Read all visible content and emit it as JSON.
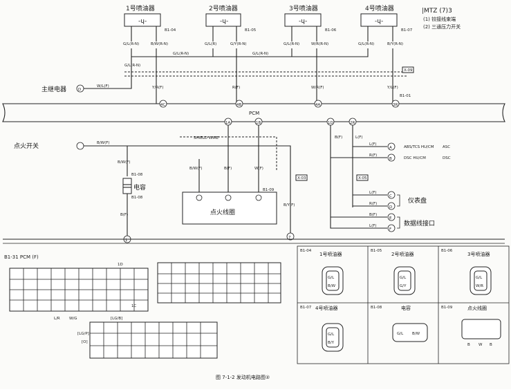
{
  "injectors": [
    {
      "name": "1号喷油器",
      "code": "B1-04"
    },
    {
      "name": "2号喷油器",
      "code": "B1-05"
    },
    {
      "name": "3号喷油器",
      "code": "B1-06"
    },
    {
      "name": "4号喷油器",
      "code": "B1-07"
    }
  ],
  "legend": {
    "line1": "(1) 铰接线束端",
    "line2": "(2) 三通压力开关"
  },
  "main_relay": "主继电器",
  "ignition_switch": "点火开关",
  "pcm_label": "PCM",
  "pcm_connector_title": "B1-31 PCM (F)",
  "capacitor": "电容",
  "ignition_coil": "点火线圈",
  "transmission": "仪表盘",
  "data_link": "数据线接口",
  "shield": "SHIELD WIRE",
  "pcm_pins": [
    "4C",
    "4B",
    "4A",
    "3R",
    "1A",
    "1B",
    "1D",
    "2R"
  ],
  "terminal_codes": [
    "B1-04",
    "B1-05",
    "B1-06",
    "B1-07",
    "B1-08",
    "B1-09",
    "X-09",
    "X-03",
    "X-05",
    "B1-01"
  ],
  "wire_labels": [
    "G/L(R)",
    "B/Y(F)",
    "W/R(F)",
    "B/W(F)",
    "Y(F)",
    "B(F)",
    "L(F)",
    "R(F)"
  ],
  "right_connectors": [
    "A",
    "B",
    "C",
    "D",
    "E",
    "F"
  ],
  "abs_label": "ABS/TCS HU/CM",
  "dsc_label": "DSC HU/CM",
  "abs_tag": "ASC",
  "dsc_tag": "DSC",
  "connector_views": [
    {
      "code": "B1-04",
      "name": "1号喷油器",
      "pins": [
        "G/L",
        "B/W"
      ]
    },
    {
      "code": "B1-05",
      "name": "2号喷油器",
      "pins": [
        "G/L",
        "G/Y"
      ]
    },
    {
      "code": "B1-06",
      "name": "3号喷油器",
      "pins": [
        "G/L",
        "W/R"
      ]
    },
    {
      "code": "B1-07",
      "name": "4号喷油器",
      "pins": [
        "G/L",
        "B/Y"
      ]
    },
    {
      "code": "B1-08",
      "name": "电容",
      "pins": [
        "G/L",
        "B/W"
      ]
    },
    {
      "code": "B1-09",
      "name": "点火线圈",
      "pins": [
        "B",
        "W",
        "B"
      ]
    }
  ],
  "caption": "图 7-1-2  发动机电路图②"
}
